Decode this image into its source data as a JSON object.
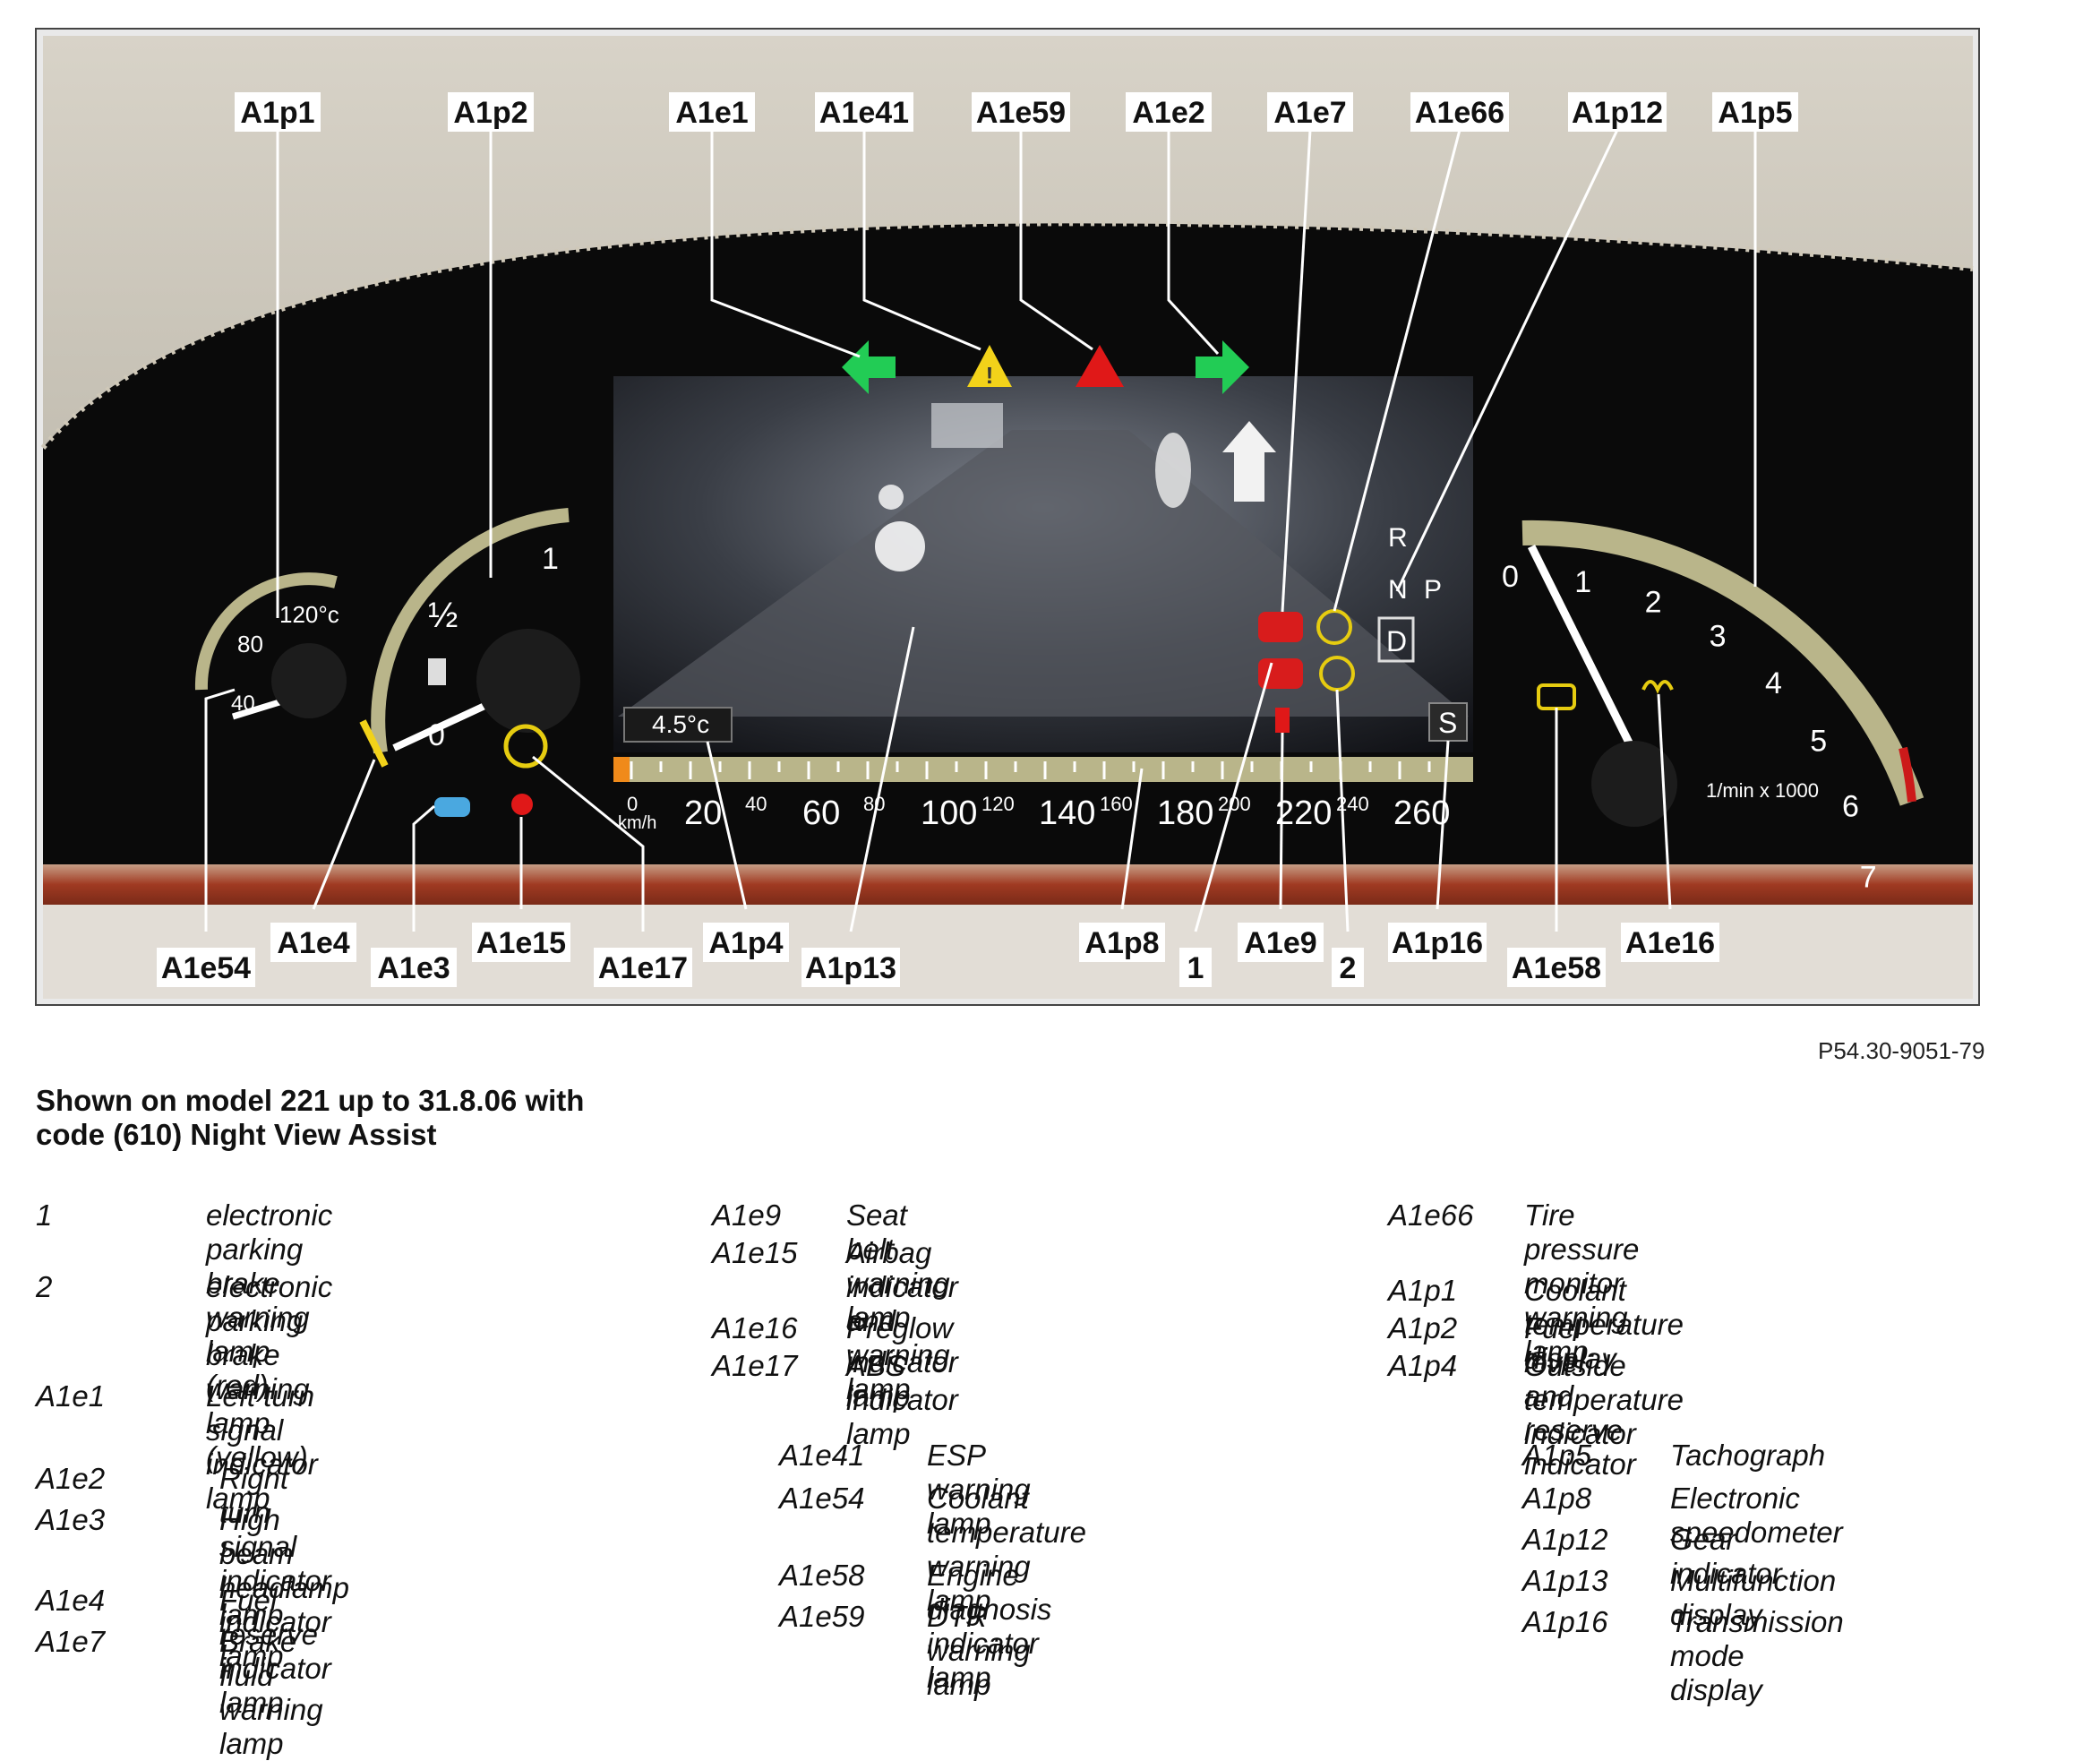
{
  "callouts": {
    "A1p1": "A1p1",
    "A1p2": "A1p2",
    "A1e1": "A1e1",
    "A1e41": "A1e41",
    "A1e59": "A1e59",
    "A1e2": "A1e2",
    "A1e7": "A1e7",
    "A1e66": "A1e66",
    "A1p12": "A1p12",
    "A1p5": "A1p5",
    "A1e54": "A1e54",
    "A1e4": "A1e4",
    "A1e3": "A1e3",
    "A1e15": "A1e15",
    "A1e17": "A1e17",
    "A1p4": "A1p4",
    "A1p13": "A1p13",
    "A1p8": "A1p8",
    "n1": "1",
    "A1e9": "A1e9",
    "n2": "2",
    "A1p16": "A1p16",
    "A1e58": "A1e58",
    "A1e16": "A1e16"
  },
  "cluster": {
    "coolant_max": "120°c",
    "coolant_mid": "80",
    "coolant_low": "40",
    "fuel_full": "1",
    "fuel_half": "½",
    "fuel_empty": "0",
    "outside_temp": "4.5°c",
    "speed_unit": "km/h",
    "speed_major": [
      "20",
      "60",
      "100",
      "140",
      "180",
      "220",
      "260"
    ],
    "speed_minor": [
      "0",
      "40",
      "80",
      "120",
      "160",
      "200",
      "240"
    ],
    "gear_r": "R",
    "gear_n": "N",
    "gear_p": "P",
    "gear_d": "D",
    "trans_mode": "S",
    "tach_numbers": [
      "0",
      "1",
      "2",
      "3",
      "4",
      "5",
      "6",
      "7"
    ],
    "tach_unit": "1/min x 1000",
    "colors": {
      "turn_signal": "#22cc55",
      "esp": "#f2d21a",
      "dtr": "#e01818",
      "brake_red": "#d81c1c",
      "brake_yellow": "#e6cc10",
      "tach_arc": "#b9b58a"
    }
  },
  "figure_id": "P54.30-9051-79",
  "caption": [
    "Shown on model 221 up to 31.8.06 with",
    "code (610) Night View Assist"
  ],
  "legend": [
    {
      "code": "1",
      "desc": [
        "electronic parking brake warning",
        "lamp (red)"
      ]
    },
    {
      "code": "2",
      "desc": [
        "electronic parking brake warning",
        "lamp (yellow)"
      ]
    },
    {
      "code": "A1e1",
      "desc": [
        "Left turn signal indicator lamp"
      ]
    },
    {
      "code": "A1e2",
      "desc": [
        "Right turn signal indicator lamp"
      ]
    },
    {
      "code": "A1e3",
      "desc": [
        "High beam headlamp indicator",
        "lamp"
      ]
    },
    {
      "code": "A1e4",
      "desc": [
        "Fuel reserve indicator lamp"
      ]
    },
    {
      "code": "A1e7",
      "desc": [
        "Brake fluid warning lamp"
      ]
    },
    {
      "code": "A1e9",
      "desc": [
        "Seat belt warning lamp"
      ]
    },
    {
      "code": "A1e15",
      "desc": [
        "Airbag indicator and warning",
        "lamp"
      ]
    },
    {
      "code": "A1e16",
      "desc": [
        "Preglow indicator lamp"
      ]
    },
    {
      "code": "A1e17",
      "desc": [
        "ABS indicator lamp"
      ]
    },
    {
      "code": "A1e41",
      "desc": [
        "ESP warning lamp"
      ]
    },
    {
      "code": "A1e54",
      "desc": [
        "Coolant temperature warning",
        "lamp"
      ]
    },
    {
      "code": "A1e58",
      "desc": [
        "Engine diagnosis indicator lamp"
      ]
    },
    {
      "code": "A1e59",
      "desc": [
        "DTR warning lamp"
      ]
    },
    {
      "code": "A1e66",
      "desc": [
        "Tire pressure monitor warning",
        "lamp"
      ]
    },
    {
      "code": "A1p1",
      "desc": [
        "Coolant temperature display"
      ]
    },
    {
      "code": "A1p2",
      "desc": [
        "Fuel level and reserve indicator"
      ]
    },
    {
      "code": "A1p4",
      "desc": [
        "Outside temperature indicator"
      ]
    },
    {
      "code": "A1p5",
      "desc": [
        "Tachograph"
      ]
    },
    {
      "code": "A1p8",
      "desc": [
        "Electronic speedometer"
      ]
    },
    {
      "code": "A1p12",
      "desc": [
        "Gear indicator"
      ]
    },
    {
      "code": "A1p13",
      "desc": [
        "Multifunction display"
      ]
    },
    {
      "code": "A1p16",
      "desc": [
        "Transmission mode display"
      ]
    }
  ]
}
